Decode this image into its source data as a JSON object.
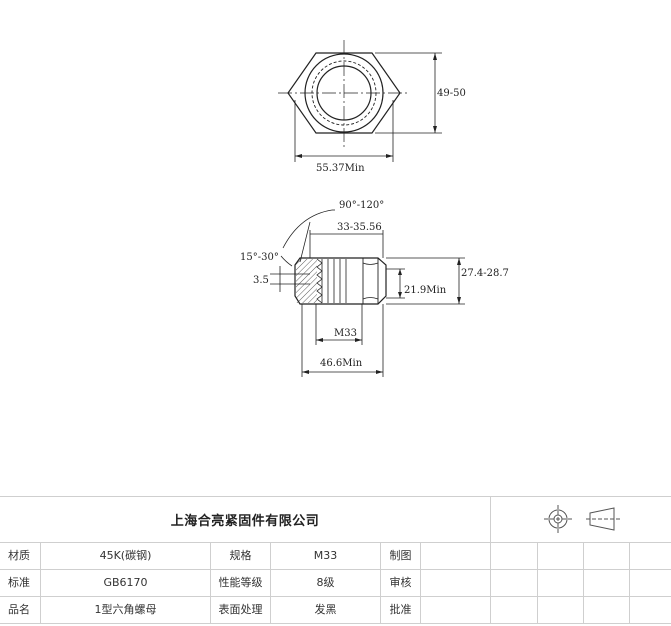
{
  "dimensions": {
    "across_flats": "49-50",
    "across_corners": "55.37Min",
    "chamfer_angle": "90°-120°",
    "bearing_dia": "33-35.56",
    "thread_chamfer_angle": "15°-30°",
    "thread_depth": "3.5",
    "height": "27.4-28.7",
    "wrench_height": "21.9Min",
    "thread_size": "M33",
    "bearing_face": "46.6Min"
  },
  "title_block": {
    "company": "上海合亮紧固件有限公司",
    "projection_symbol": "first-angle-projection-icon",
    "rows": [
      {
        "label1": "材质",
        "value1": "45K(碳钢)",
        "label2": "规格",
        "value2": "M33",
        "label3": "制图"
      },
      {
        "label1": "标准",
        "value1": "GB6170",
        "label2": "性能等级",
        "value2": "8级",
        "label3": "审核"
      },
      {
        "label1": "品名",
        "value1": "1型六角螺母",
        "label2": "表面处理",
        "value2": "发黑",
        "label3": "批准"
      }
    ]
  }
}
